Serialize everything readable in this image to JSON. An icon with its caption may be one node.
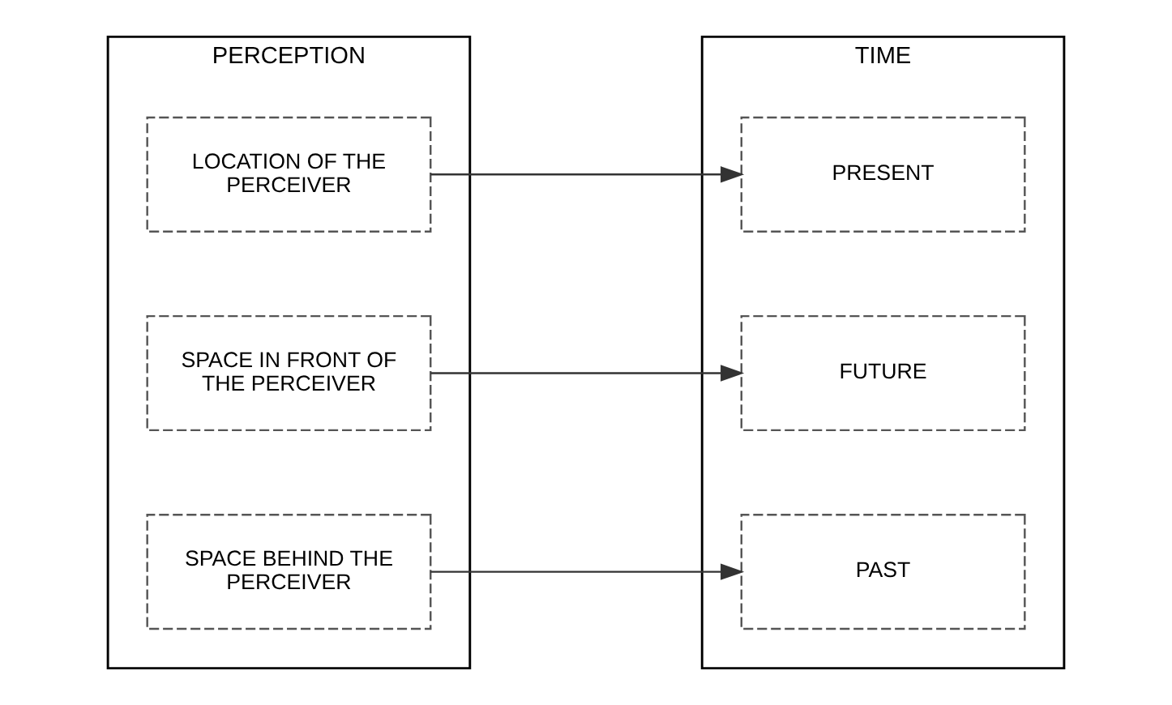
{
  "diagram": {
    "nodes": [
      {
        "text": [
          "PERCEPTION"
        ]
      },
      {
        "text": [
          "LOCATION OF THE PERCEIVER"
        ],
        "in": 0
      },
      {
        "text": [
          "SPACE IN FRONT OF THE PERCEIVER"
        ],
        "in": 0
      },
      {
        "text": [
          "SPACE BEHIND THE PERCEIVER"
        ],
        "in": 0
      },
      {
        "text": [
          "TIME"
        ]
      },
      {
        "text": [
          "PRESENT"
        ],
        "in": 4
      },
      {
        "text": [
          "FUTURE"
        ],
        "in": 4
      },
      {
        "text": [
          "PAST"
        ],
        "in": 4
      }
    ],
    "edges": [
      {
        "from": 1,
        "to": 5,
        "arrow": "to"
      },
      {
        "from": 2,
        "to": 6,
        "arrow": "to"
      },
      {
        "from": 3,
        "to": 7,
        "arrow": "to"
      }
    ]
  }
}
